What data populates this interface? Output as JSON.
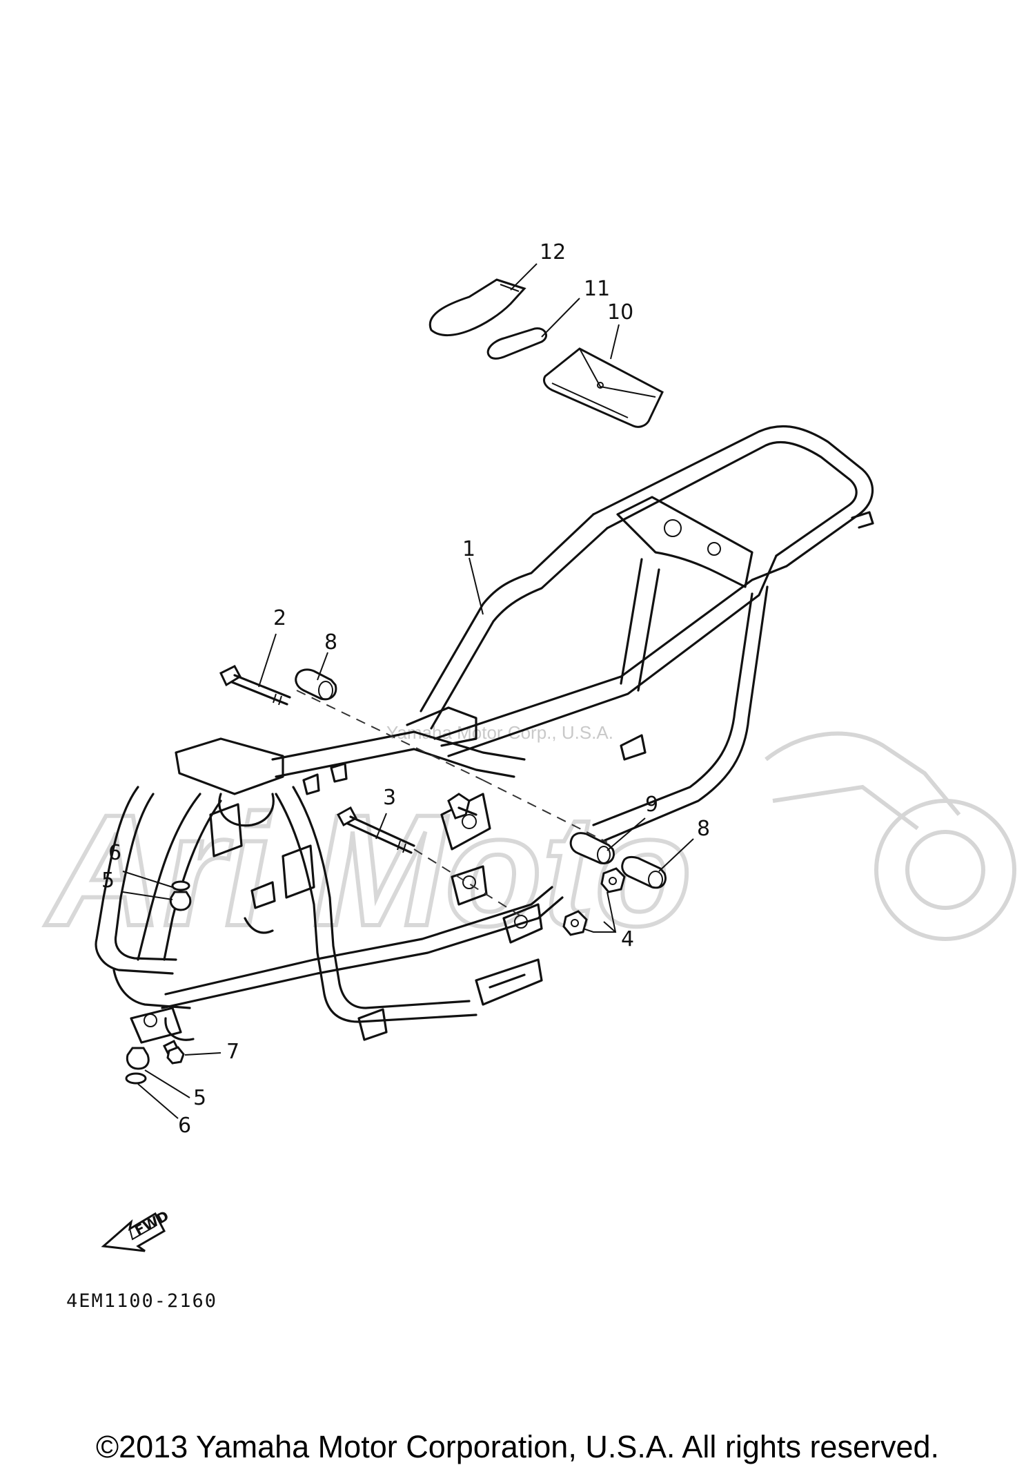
{
  "watermark": {
    "text": "Yamaha Motor Corp., U.S.A.",
    "brand": "Ari Moto"
  },
  "callouts": [
    {
      "id": "1",
      "label": "1"
    },
    {
      "id": "2",
      "label": "2"
    },
    {
      "id": "3",
      "label": "3"
    },
    {
      "id": "4",
      "label": "4"
    },
    {
      "id": "5a",
      "label": "5"
    },
    {
      "id": "5b",
      "label": "5"
    },
    {
      "id": "6a",
      "label": "6"
    },
    {
      "id": "6b",
      "label": "6"
    },
    {
      "id": "7",
      "label": "7"
    },
    {
      "id": "8a",
      "label": "8"
    },
    {
      "id": "8b",
      "label": "8"
    },
    {
      "id": "9",
      "label": "9"
    },
    {
      "id": "10",
      "label": "10"
    },
    {
      "id": "11",
      "label": "11"
    },
    {
      "id": "12",
      "label": "12"
    }
  ],
  "fwd_label": "FWD",
  "diagram_code": "4EM1100-2160",
  "copyright": "©2013 Yamaha Motor Corporation, U.S.A. All rights reserved.",
  "colors": {
    "line": "#111111",
    "watermark": "#d8d8d8"
  }
}
